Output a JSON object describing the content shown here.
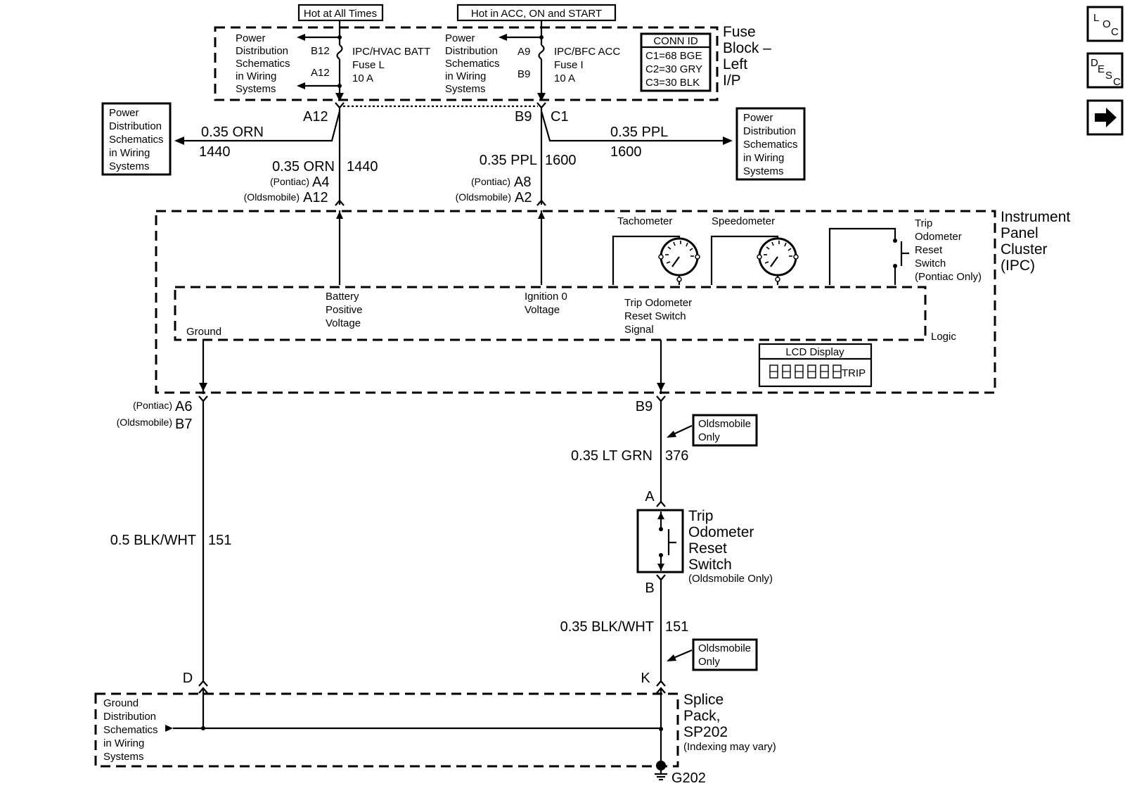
{
  "supply": {
    "hot_always": "Hot at All Times",
    "hot_acc": "Hot in ACC, ON and START"
  },
  "fuse_block": {
    "title": [
      "Fuse",
      "Block –",
      "Left",
      "I/P"
    ],
    "pds_left": [
      "Power",
      "Distribution",
      "Schematics",
      "in Wiring",
      "Systems"
    ],
    "pds_right": [
      "Power",
      "Distribution",
      "Schematics",
      "in Wiring",
      "Systems"
    ],
    "b12": "B12",
    "a12": "A12",
    "a9": "A9",
    "b9": "B9",
    "fuse_l": [
      "IPC/HVAC BATT",
      "Fuse L",
      "10 A"
    ],
    "fuse_i": [
      "IPC/BFC ACC",
      "Fuse I",
      "10 A"
    ],
    "conn_id": {
      "title": "CONN ID",
      "rows": [
        "C1=68 BGE",
        "C2=30 GRY",
        "C3=30 BLK"
      ]
    }
  },
  "harness_top": {
    "a12": "A12",
    "b9": "B9",
    "c1": "C1",
    "pds_left_box": [
      "Power",
      "Distribution",
      "Schematics",
      "in Wiring",
      "Systems"
    ],
    "pds_right_box": [
      "Power",
      "Distribution",
      "Schematics",
      "in Wiring",
      "Systems"
    ],
    "orn_branch": "0.35 ORN",
    "orn_branch_circuit": "1440",
    "orn_main": "0.35 ORN",
    "orn_main_circuit": "1440",
    "ppl_branch": "0.35 PPL",
    "ppl_branch_circuit": "1600",
    "ppl_main": "0.35 PPL",
    "ppl_main_circuit": "1600",
    "pontiac": "(Pontiac)",
    "oldsmobile": "(Oldsmobile)",
    "pin_a4": "A4",
    "pin_a12": "A12",
    "pin_a8": "A8",
    "pin_a2": "A2"
  },
  "ipc": {
    "title": [
      "Instrument",
      "Panel",
      "Cluster",
      "(IPC)"
    ],
    "tachometer": "Tachometer",
    "speedometer": "Speedometer",
    "trip_switch": [
      "Trip",
      "Odometer",
      "Reset",
      "Switch",
      "(Pontiac Only)"
    ],
    "logic": "Logic",
    "battery": [
      "Battery",
      "Positive",
      "Voltage"
    ],
    "ignition": [
      "Ignition 0",
      "Voltage"
    ],
    "trip_signal": [
      "Trip Odometer",
      "Reset Switch",
      "Signal"
    ],
    "ground": "Ground",
    "lcd_title": "LCD Display",
    "lcd_digits": "888888",
    "lcd_trip": "TRIP"
  },
  "lower": {
    "pontiac": "(Pontiac)",
    "oldsmobile": "(Oldsmobile)",
    "pin_a6": "A6",
    "pin_b7": "B7",
    "pin_b9": "B9",
    "olds_only_1": [
      "Oldsmobile",
      "Only"
    ],
    "ltgrn": "0.35 LT GRN",
    "ltgrn_circuit": "376",
    "pin_a": "A",
    "switch_title": [
      "Trip",
      "Odometer",
      "Reset",
      "Switch"
    ],
    "switch_note": "(Oldsmobile Only)",
    "pin_b": "B",
    "blkwht_right": "0.35 BLK/WHT",
    "blkwht_right_circuit": "151",
    "olds_only_2": [
      "Oldsmobile",
      "Only"
    ],
    "blkwht_left": "0.5 BLK/WHT",
    "blkwht_left_circuit": "151",
    "pin_d": "D",
    "pin_k": "K",
    "gds": [
      "Ground",
      "Distribution",
      "Schematics",
      "in Wiring",
      "Systems"
    ],
    "splice": [
      "Splice",
      "Pack,",
      "SP202"
    ],
    "splice_note": "(Indexing may vary)",
    "g202": "G202"
  },
  "nav": {
    "loc_icon": "loc-icon",
    "desc_icon": "desc-icon",
    "next_icon": "arrow-right-icon",
    "loc": [
      "L",
      "O",
      "C"
    ],
    "desc": [
      "D",
      "E",
      "S",
      "C"
    ]
  }
}
